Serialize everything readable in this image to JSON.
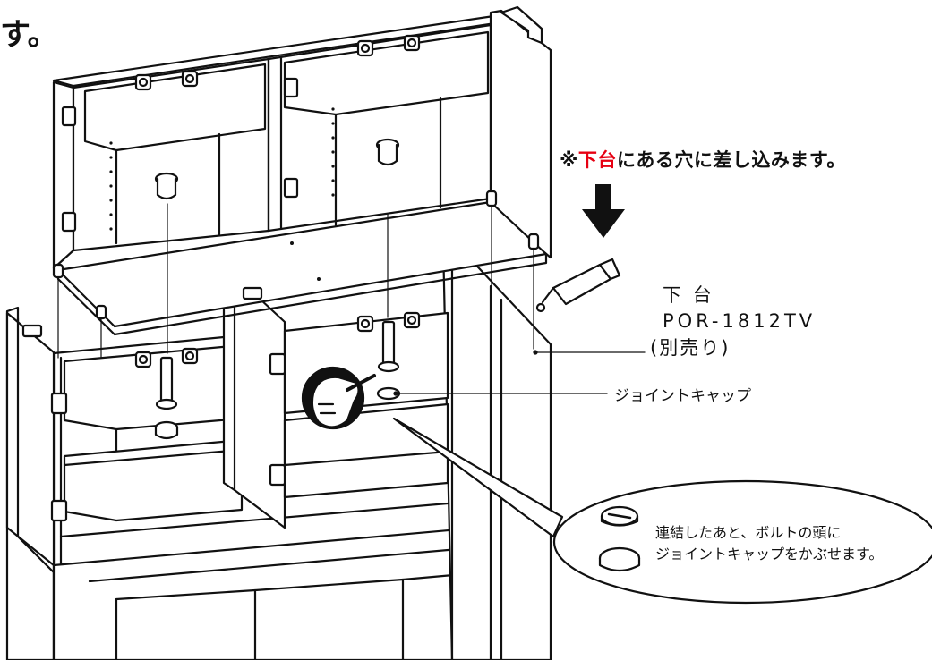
{
  "corner_text": "す。",
  "note": {
    "prefix": "※",
    "highlight": "下台",
    "suffix": "にある穴に差し込みます。",
    "highlight_color": "#e60012"
  },
  "lower_unit": {
    "title": "下 台",
    "model": "POR-1812TV",
    "sold_separately": "(別売り)"
  },
  "joint_cap_label": "ジョイントキャップ",
  "callout": {
    "line1": "連結したあと、ボルトの頭に",
    "line2": "ジョイントキャップをかぶせます。"
  },
  "icons": [
    "arrow-down-icon",
    "glue-tube-icon",
    "hand-screwdriver-icon",
    "hinge-icon",
    "bolt-icon",
    "joint-cap-icon",
    "dowel-icon"
  ]
}
